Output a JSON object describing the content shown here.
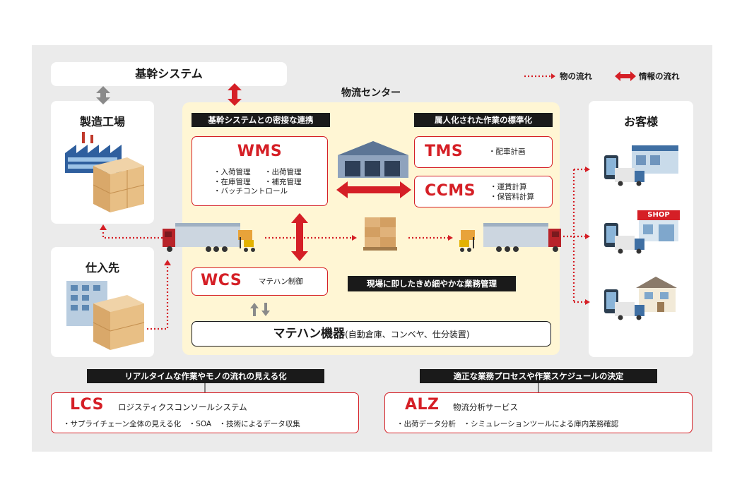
{
  "legend": {
    "material_flow": "物の流れ",
    "info_flow": "情報の流れ"
  },
  "center": {
    "title": "物流センター"
  },
  "core_system": {
    "label": "基幹システム"
  },
  "factory": {
    "label": "製造工場"
  },
  "supplier": {
    "label": "仕入先"
  },
  "customer": {
    "label": "お客様",
    "shop_sign": "SHOP"
  },
  "tags": {
    "integration": "基幹システムとの密接な連携",
    "standardization": "属人化された作業の標準化",
    "onsite": "現場に即したきめ細やかな業務管理",
    "realtime": "リアルタイムな作業やモノの流れの見える化",
    "decision": "適正な業務プロセスや作業スケジュールの決定"
  },
  "wms": {
    "name": "WMS",
    "items": [
      "・入荷管理",
      "・出荷管理",
      "・在庫管理",
      "・補充管理",
      "・バッチコントロール"
    ]
  },
  "tms": {
    "name": "TMS",
    "items": [
      "・配車計画"
    ]
  },
  "ccms": {
    "name": "CCMS",
    "items": [
      "・運賃計算",
      "・保管料計算"
    ]
  },
  "wcs": {
    "name": "WCS",
    "desc": "マテハン制御"
  },
  "materials_handling": {
    "name": "マテハン機器",
    "detail": "(自動倉庫、コンベヤ、仕分装置)"
  },
  "lcs": {
    "name": "LCS",
    "desc": "ロジスティクスコンソールシステム",
    "items": "・サプライチェーン全体の見える化　・SOA　・技術によるデータ収集"
  },
  "alz": {
    "name": "ALZ",
    "desc": "物流分析サービス",
    "items": "・出荷データ分析　・シミュレーションツールによる庫内業務確認"
  },
  "colors": {
    "accent_red": "#d51f26",
    "center_bg": "#fff6d4",
    "outer_bg": "#ebebeb",
    "tag_bg": "#1a1a1a",
    "gray_arrow": "#8a8a8a"
  }
}
